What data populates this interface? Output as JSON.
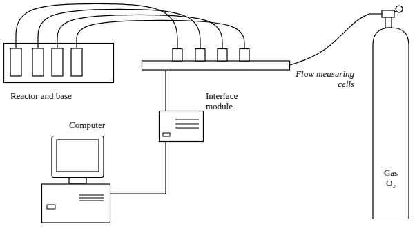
{
  "diagram": {
    "nodes": [
      {
        "text": [
          "Reactor and base"
        ]
      },
      {
        "text": [
          "Flow measuring cells"
        ]
      },
      {
        "text": [
          "Interface module"
        ]
      },
      {
        "text": [
          "Computer"
        ]
      },
      {
        "text": [
          "Gas",
          "O₂"
        ]
      }
    ],
    "edges": [
      {
        "from": 0,
        "to": 1,
        "arrow": "none"
      },
      {
        "from": 0,
        "to": 1,
        "arrow": "none"
      },
      {
        "from": 0,
        "to": 1,
        "arrow": "none"
      },
      {
        "from": 0,
        "to": 1,
        "arrow": "none"
      },
      {
        "from": 1,
        "to": 4,
        "arrow": "none"
      },
      {
        "from": 1,
        "to": 2,
        "arrow": "none"
      },
      {
        "from": 2,
        "to": 3,
        "arrow": "none"
      }
    ]
  }
}
